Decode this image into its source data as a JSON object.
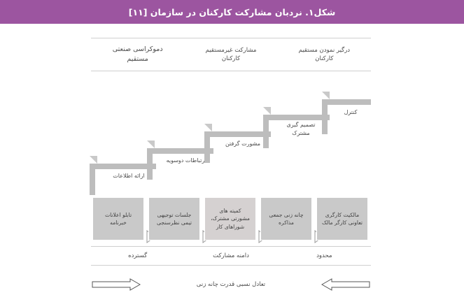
{
  "figure": {
    "caption": "شکل۱. نردبان مشارکت کارکنان در سازمان [۱۱]",
    "caption_bar_color": "#9c55a0"
  },
  "columns": [
    {
      "id": "direct-involvement",
      "line1": "درگیر نمودن مستقیم",
      "line2": "کارکنان"
    },
    {
      "id": "indirect-participation",
      "line1": "مشارکت غیرمستقیم",
      "line2": "کارکنان"
    },
    {
      "id": "industrial-democracy",
      "line1": "دموکراسی صنعتی",
      "line2": "مستقیم"
    }
  ],
  "ladder": {
    "steps": [
      {
        "id": "information",
        "label_line1": "ارائه اطلاعات",
        "label_line2": ""
      },
      {
        "id": "two-way-communication",
        "label_line1": "ارتباطات دوسویه",
        "label_line2": ""
      },
      {
        "id": "consultation",
        "label_line1": "مشورت گرفتن",
        "label_line2": ""
      },
      {
        "id": "joint-decision",
        "label_line1": "تصمیم گیری",
        "label_line2": "مشترک"
      },
      {
        "id": "control",
        "label_line1": "کنترل",
        "label_line2": ""
      }
    ]
  },
  "boxes": [
    {
      "id": "bulletin-newsletter",
      "lines": [
        "تابلو اعلانات",
        "خبرنامه"
      ],
      "highlight": false
    },
    {
      "id": "team-briefings-surveys",
      "lines": [
        "جلسات توجیهی",
        "تیمی نظرسنجی"
      ],
      "highlight": false
    },
    {
      "id": "joint-consultative-committees",
      "lines": [
        "کمیته های",
        "مشورتی مشترک،",
        "شوراهای کار"
      ],
      "highlight": true
    },
    {
      "id": "collective-bargaining",
      "lines": [
        "چانه زنی جمعی",
        "مذاکره"
      ],
      "highlight": false
    },
    {
      "id": "worker-ownership",
      "lines": [
        "مالکیت کارگری",
        "تعاونی کارگر مالک"
      ],
      "highlight": false
    }
  ],
  "scale": {
    "left_label": "محدود",
    "center_label": "دامنه مشارکت",
    "right_label": "گسترده"
  },
  "power_balance": {
    "label": "تعادل نسبی قدرت چانه زنی"
  },
  "colors": {
    "title_bg": "#9c55a0",
    "title_text": "#ffffff",
    "box_fill": "#c9c9c9",
    "box_highlight": "#d5d1d1",
    "stair_fill": "#bdbdbd",
    "rule": "#cfcfcf",
    "text": "#4a4a4a"
  }
}
